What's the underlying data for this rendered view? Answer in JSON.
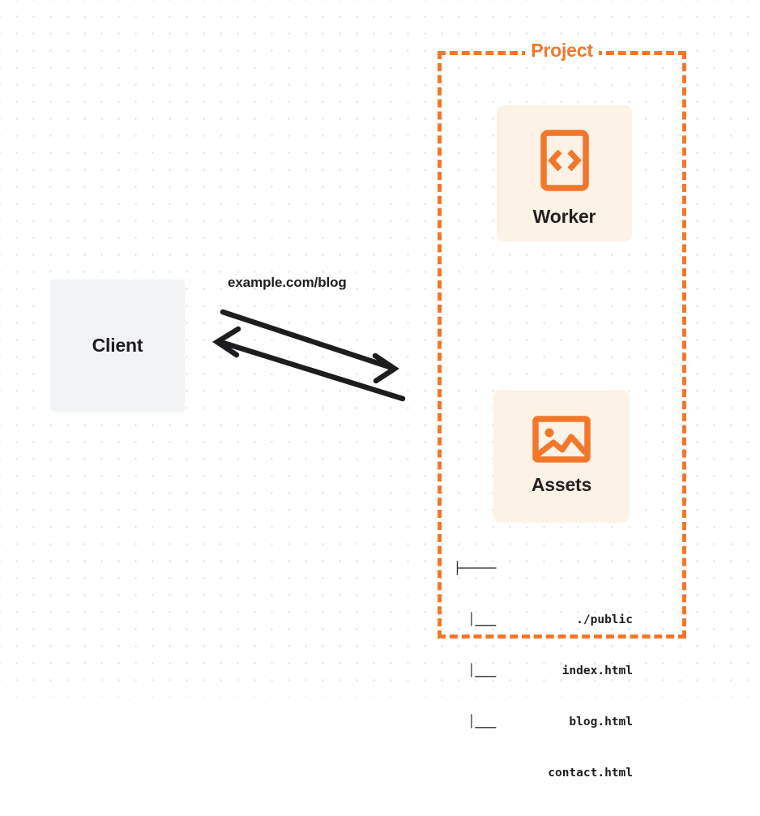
{
  "diagram": {
    "title": "Project architecture: client requests routed to Worker and Assets",
    "background": "dot-grid"
  },
  "colors": {
    "accent_orange": "#f2772a",
    "card_background": "#fdf2e6",
    "client_background": "#f2f3f5",
    "text_dark": "#1d1d1f",
    "canvas_background": "#ffffff",
    "grid_dot": "#e9eaec"
  },
  "client": {
    "label": "Client"
  },
  "connection": {
    "url_label": "example.com/blog",
    "request_direction": "client-to-project",
    "response_direction": "project-to-client",
    "stroke_color": "#1d1d1f"
  },
  "project": {
    "title": "Project",
    "border_style": "dashed",
    "nodes": [
      {
        "id": "worker",
        "label": "Worker",
        "icon": "code-file-icon"
      },
      {
        "id": "assets",
        "label": "Assets",
        "icon": "image-icon"
      }
    ]
  },
  "file_tree": {
    "rows": [
      {
        "connector": "├─────",
        "name": "./public"
      },
      {
        "connector": "  │___",
        "name": "index.html"
      },
      {
        "connector": "  │___",
        "name": "blog.html"
      },
      {
        "connector": "  │___",
        "name": "contact.html"
      }
    ]
  }
}
